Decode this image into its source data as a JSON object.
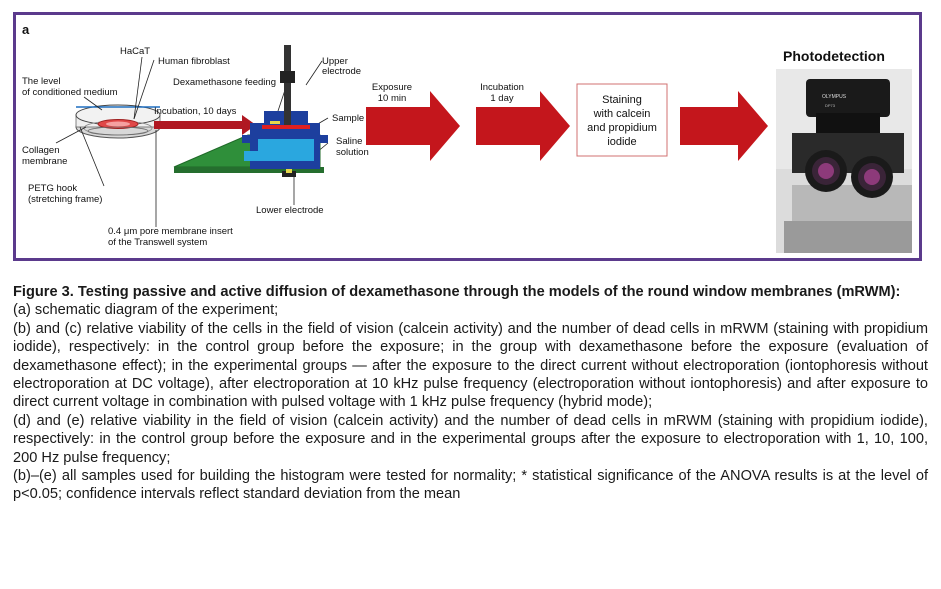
{
  "figure": {
    "panel_letter": "a",
    "labels": {
      "hacat": "HaCaT",
      "human_fibroblast": "Human fibroblast",
      "level_line1": "The level",
      "level_line2": "of conditioned medium",
      "upper_electrode_line1": "Upper",
      "upper_electrode_line2": "electrode",
      "dexamethasone_feeding": "Dexamethasone feeding",
      "incubation_10_days": "Incubation, 10 days",
      "sample": "Sample",
      "saline_line1": "Saline",
      "saline_line2": "solution",
      "collagen_line1": "Collagen",
      "collagen_line2": "membrane",
      "petg_line1": "PETG hook",
      "petg_line2": "(stretching frame)",
      "lower_electrode": "Lower electrode",
      "insert_line1": "0.4 μm pore membrane insert",
      "insert_line2": "of the Transwell system"
    },
    "steps": {
      "exposure_line1": "Exposure",
      "exposure_line2": "10 min",
      "incubation_line1": "Incubation",
      "incubation_line2": "1 day",
      "staining_line1": "Staining",
      "staining_line2": "with calcein",
      "staining_line3": "and propidium",
      "staining_line4": "iodide",
      "photodetection": "Photodetection"
    },
    "microscope_brand": "OLYMPUS",
    "microscope_model": "DP73",
    "colors": {
      "frame": "#5b3a8c",
      "arrow_red": "#c4161c",
      "platform_green": "#2f8f3a",
      "chamber_blue": "#1d3f9e",
      "saline_cyan": "#2aa7df",
      "sample_red": "#e02020"
    }
  },
  "caption": {
    "title": "Figure 3. Testing passive and active diffusion of dexamethasone through the models of the round window membranes (mRWM):",
    "items": [
      "(a) schematic diagram of the experiment;",
      "(b) and (c) relative viability of the cells in the field of vision (calcein activity) and the number of dead cells in mRWM (staining with propidium iodide), respectively: in the control group before the exposure; in the group with dexamethasone before the exposure (evaluation of dexamethasone effect); in the experimental groups — after the exposure to the direct current without electroporation (iontophoresis without electroporation at DC voltage), after electroporation at 10 kHz pulse frequency (electroporation without iontophoresis) and after exposure to direct current voltage in combination with pulsed voltage with 1 kHz pulse frequency (hybrid mode);",
      "(d) and (e) relative viability in the field of vision (calcein activity) and the number of dead cells in mRWM (staining with propidium iodide), respectively: in the control group before the exposure and in the experimental groups after the exposure to electroporation with 1, 10, 100, 200 Hz pulse frequency;",
      "(b)–(e) all samples used for building the histogram were tested for normality; * statistical significance of the ANOVA results is at the level of p<0.05; confidence intervals reflect standard deviation from the mean"
    ]
  }
}
